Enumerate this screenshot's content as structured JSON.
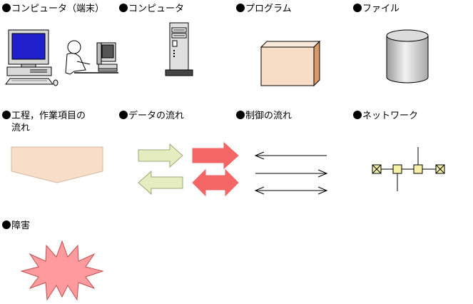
{
  "legend": {
    "terminal_computer": "コンピュータ（端末）",
    "computer": "コンピュータ",
    "program": "プログラム",
    "file": "ファイル",
    "process_line1": "工程，作業項目の",
    "process_line2": "流れ",
    "data_flow": "データの流れ",
    "control_flow": "制御の流れ",
    "network": "ネットワーク",
    "failure": "障害"
  },
  "colors": {
    "program_box": "#f7dcc6",
    "process_shape": "#f8ddc8",
    "data_arrow_light": "#e5ecbf",
    "data_arrow_red": "#f26666",
    "network_node": "#f6f0a6",
    "failure_burst": "#ff9a9f",
    "file_cylinder": "#c8c8c8",
    "monitor_screen": "#1f1fcc"
  }
}
